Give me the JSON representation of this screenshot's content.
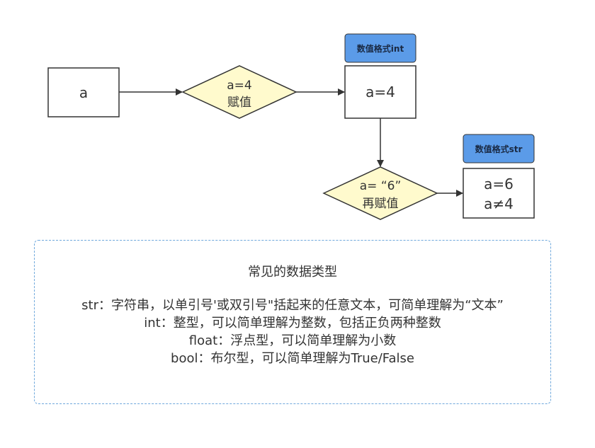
{
  "nodes": {
    "var_a": "a",
    "assign_int": {
      "line1": "a=4",
      "line2": "赋值"
    },
    "int_result": "a=4",
    "int_tag": "数值格式int",
    "assign_str": {
      "line1": "a= “6”",
      "line2": "再赋值"
    },
    "str_result": {
      "line1": "a=6",
      "line2": "a≠4"
    },
    "str_tag": "数值格式str"
  },
  "colors": {
    "decision_fill": "#fffacd",
    "tag_fill": "#5b9be8",
    "border": "#333333",
    "dashed_border": "#6fa8dc"
  },
  "info": {
    "title": "常见的数据类型",
    "lines": [
      "str：字符串，以单引号'或双引号\"括起来的任意文本，可简单理解为“文本”",
      "int：整型，可以简单理解为整数，包括正负两种整数",
      "float：浮点型，可以简单理解为小数",
      "bool：布尔型，可以简单理解为True/False"
    ]
  }
}
